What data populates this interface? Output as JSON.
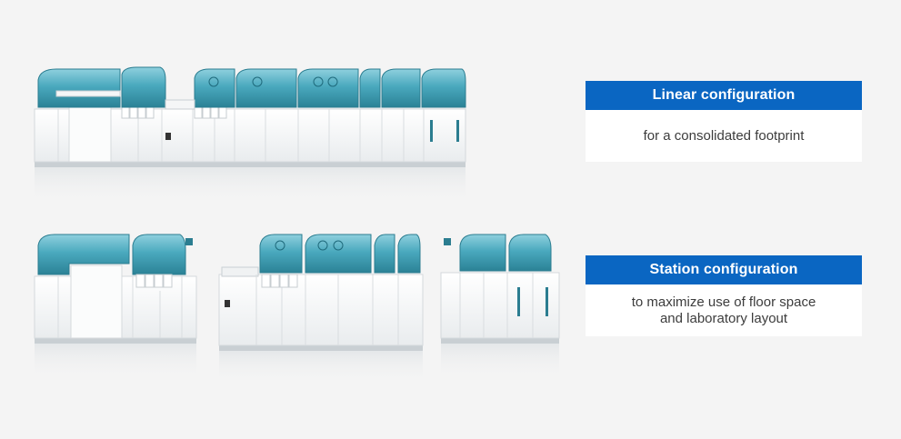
{
  "colors": {
    "accent": "#0a66c2",
    "background": "#f4f4f4",
    "module_teal": "#3a9fb4",
    "cabinet_white": "#f7f8f9"
  },
  "linear": {
    "title": "Linear configuration",
    "subtitle": "for a consolidated footprint"
  },
  "station": {
    "title": "Station configuration",
    "subtitle_line1": "to maximize use of floor space",
    "subtitle_line2": "and laboratory layout"
  }
}
